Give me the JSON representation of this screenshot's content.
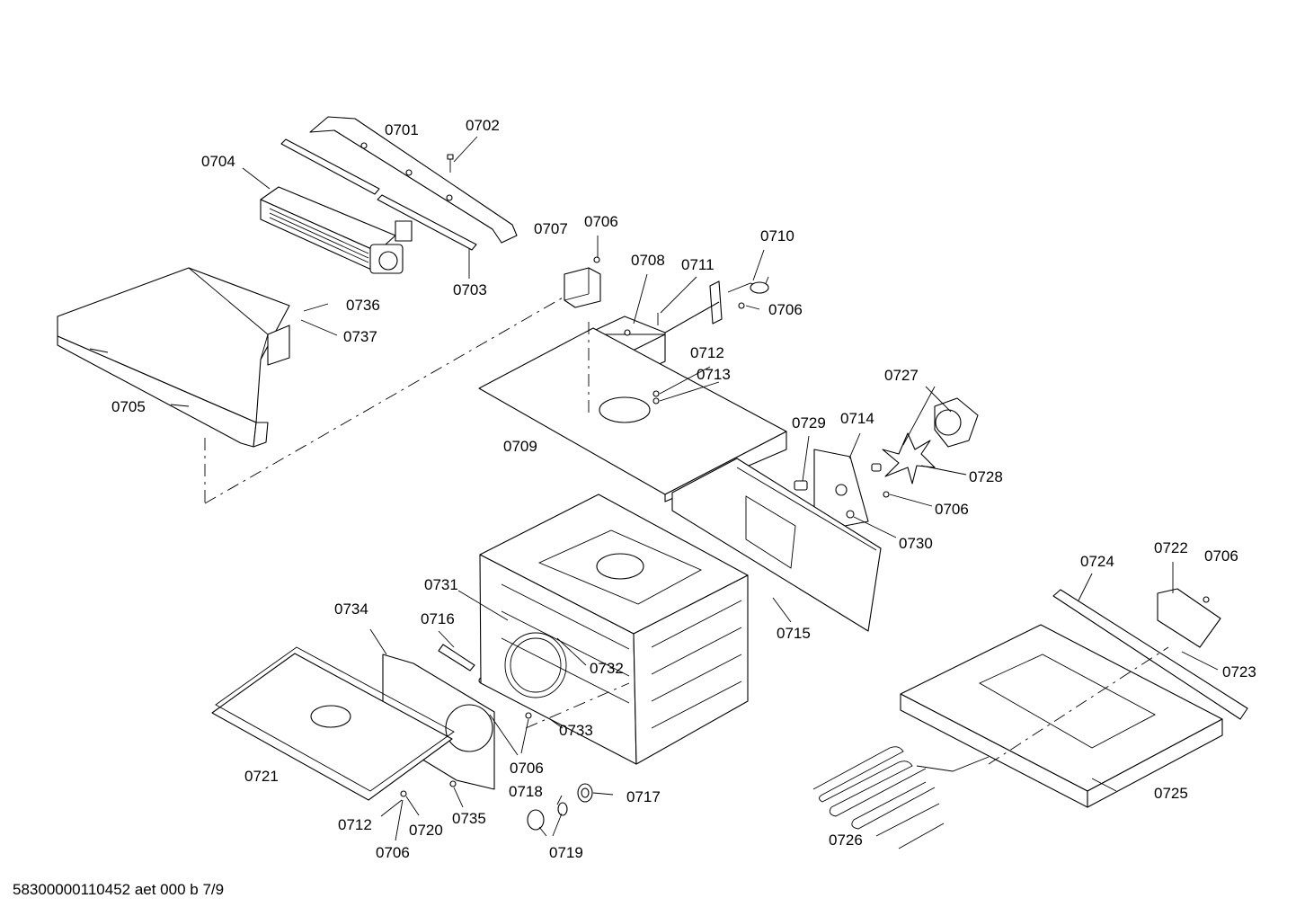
{
  "footer": {
    "document_code": "58300000110452 aet 000 b 7/9"
  },
  "callouts": {
    "c0701": "0701",
    "c0702": "0702",
    "c0703": "0703",
    "c0704": "0704",
    "c0705": "0705",
    "c0706a": "0706",
    "c0706b": "0706",
    "c0706c": "0706",
    "c0706d": "0706",
    "c0706e": "0706",
    "c0706f": "0706",
    "c0707": "0707",
    "c0708": "0708",
    "c0709": "0709",
    "c0710": "0710",
    "c0711": "0711",
    "c0712a": "0712",
    "c0712b": "0712",
    "c0713": "0713",
    "c0714": "0714",
    "c0715": "0715",
    "c0716": "0716",
    "c0717": "0717",
    "c0718": "0718",
    "c0719": "0719",
    "c0720": "0720",
    "c0721": "0721",
    "c0722": "0722",
    "c0723": "0723",
    "c0724": "0724",
    "c0725": "0725",
    "c0726": "0726",
    "c0727": "0727",
    "c0728": "0728",
    "c0729": "0729",
    "c0730": "0730",
    "c0731": "0731",
    "c0732": "0732",
    "c0733": "0733",
    "c0734": "0734",
    "c0735": "0735",
    "c0736": "0736",
    "c0737": "0737"
  }
}
